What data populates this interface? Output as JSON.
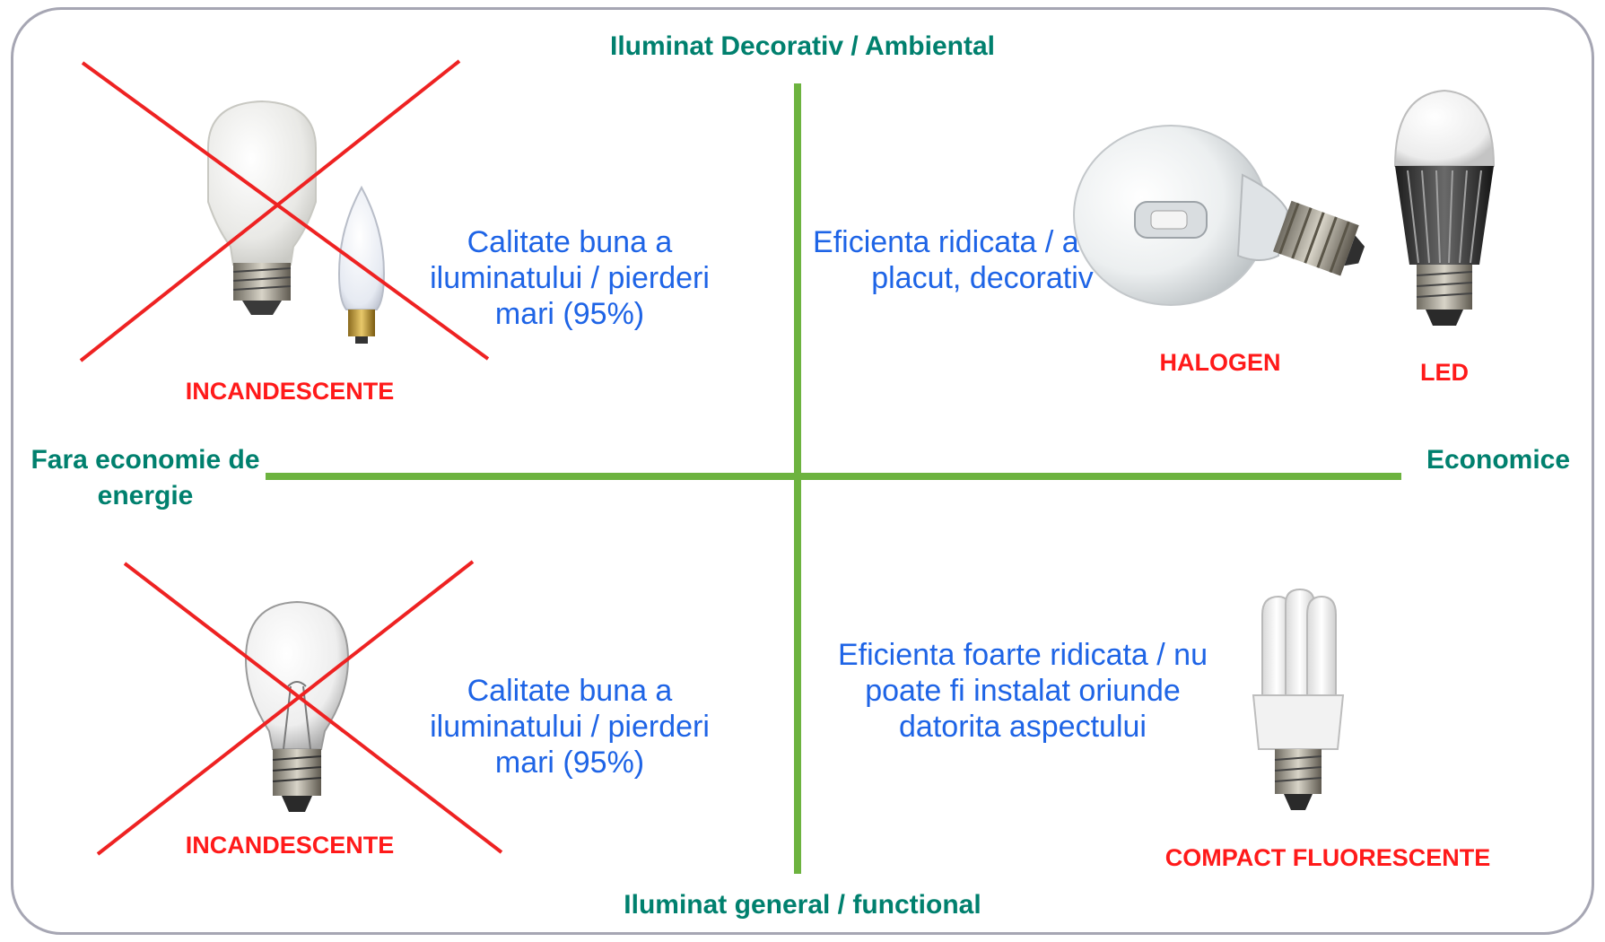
{
  "axes": {
    "top": "Iluminat Decorativ / Ambiental",
    "bottom": "Iluminat general  / functional",
    "left": "Fara economie de energie",
    "right": "Economice"
  },
  "quadrants": {
    "top_left": {
      "description": "Calitate buna a iluminatului / pierderi mari (95%)",
      "label": "INCANDESCENTE",
      "crossed_out": true
    },
    "bottom_left": {
      "description": "Calitate buna a iluminatului / pierderi mari (95%)",
      "label": "INCANDESCENTE",
      "crossed_out": true
    },
    "top_right": {
      "description": "Eficienta ridicata / aspect placut, decorativ",
      "labels": [
        "HALOGEN",
        "LED"
      ]
    },
    "bottom_right": {
      "description": "Eficienta foarte ridicata / nu poate fi instalat oriunde datorita aspectului",
      "label": "COMPACT FLUORESCENTE"
    }
  },
  "colors": {
    "axis_line": "#6db33f",
    "axis_text": "#00806e",
    "description_text": "#1e64e6",
    "type_label": "#ff1a1a",
    "cross": "#ee2222",
    "frame": "#a6a6b3"
  },
  "icons": [
    "frosted-bulb-icon",
    "candle-bulb-icon",
    "clear-bulb-icon",
    "halogen-bulb-icon",
    "led-bulb-icon",
    "cfl-bulb-icon",
    "cross-mark-icon"
  ]
}
